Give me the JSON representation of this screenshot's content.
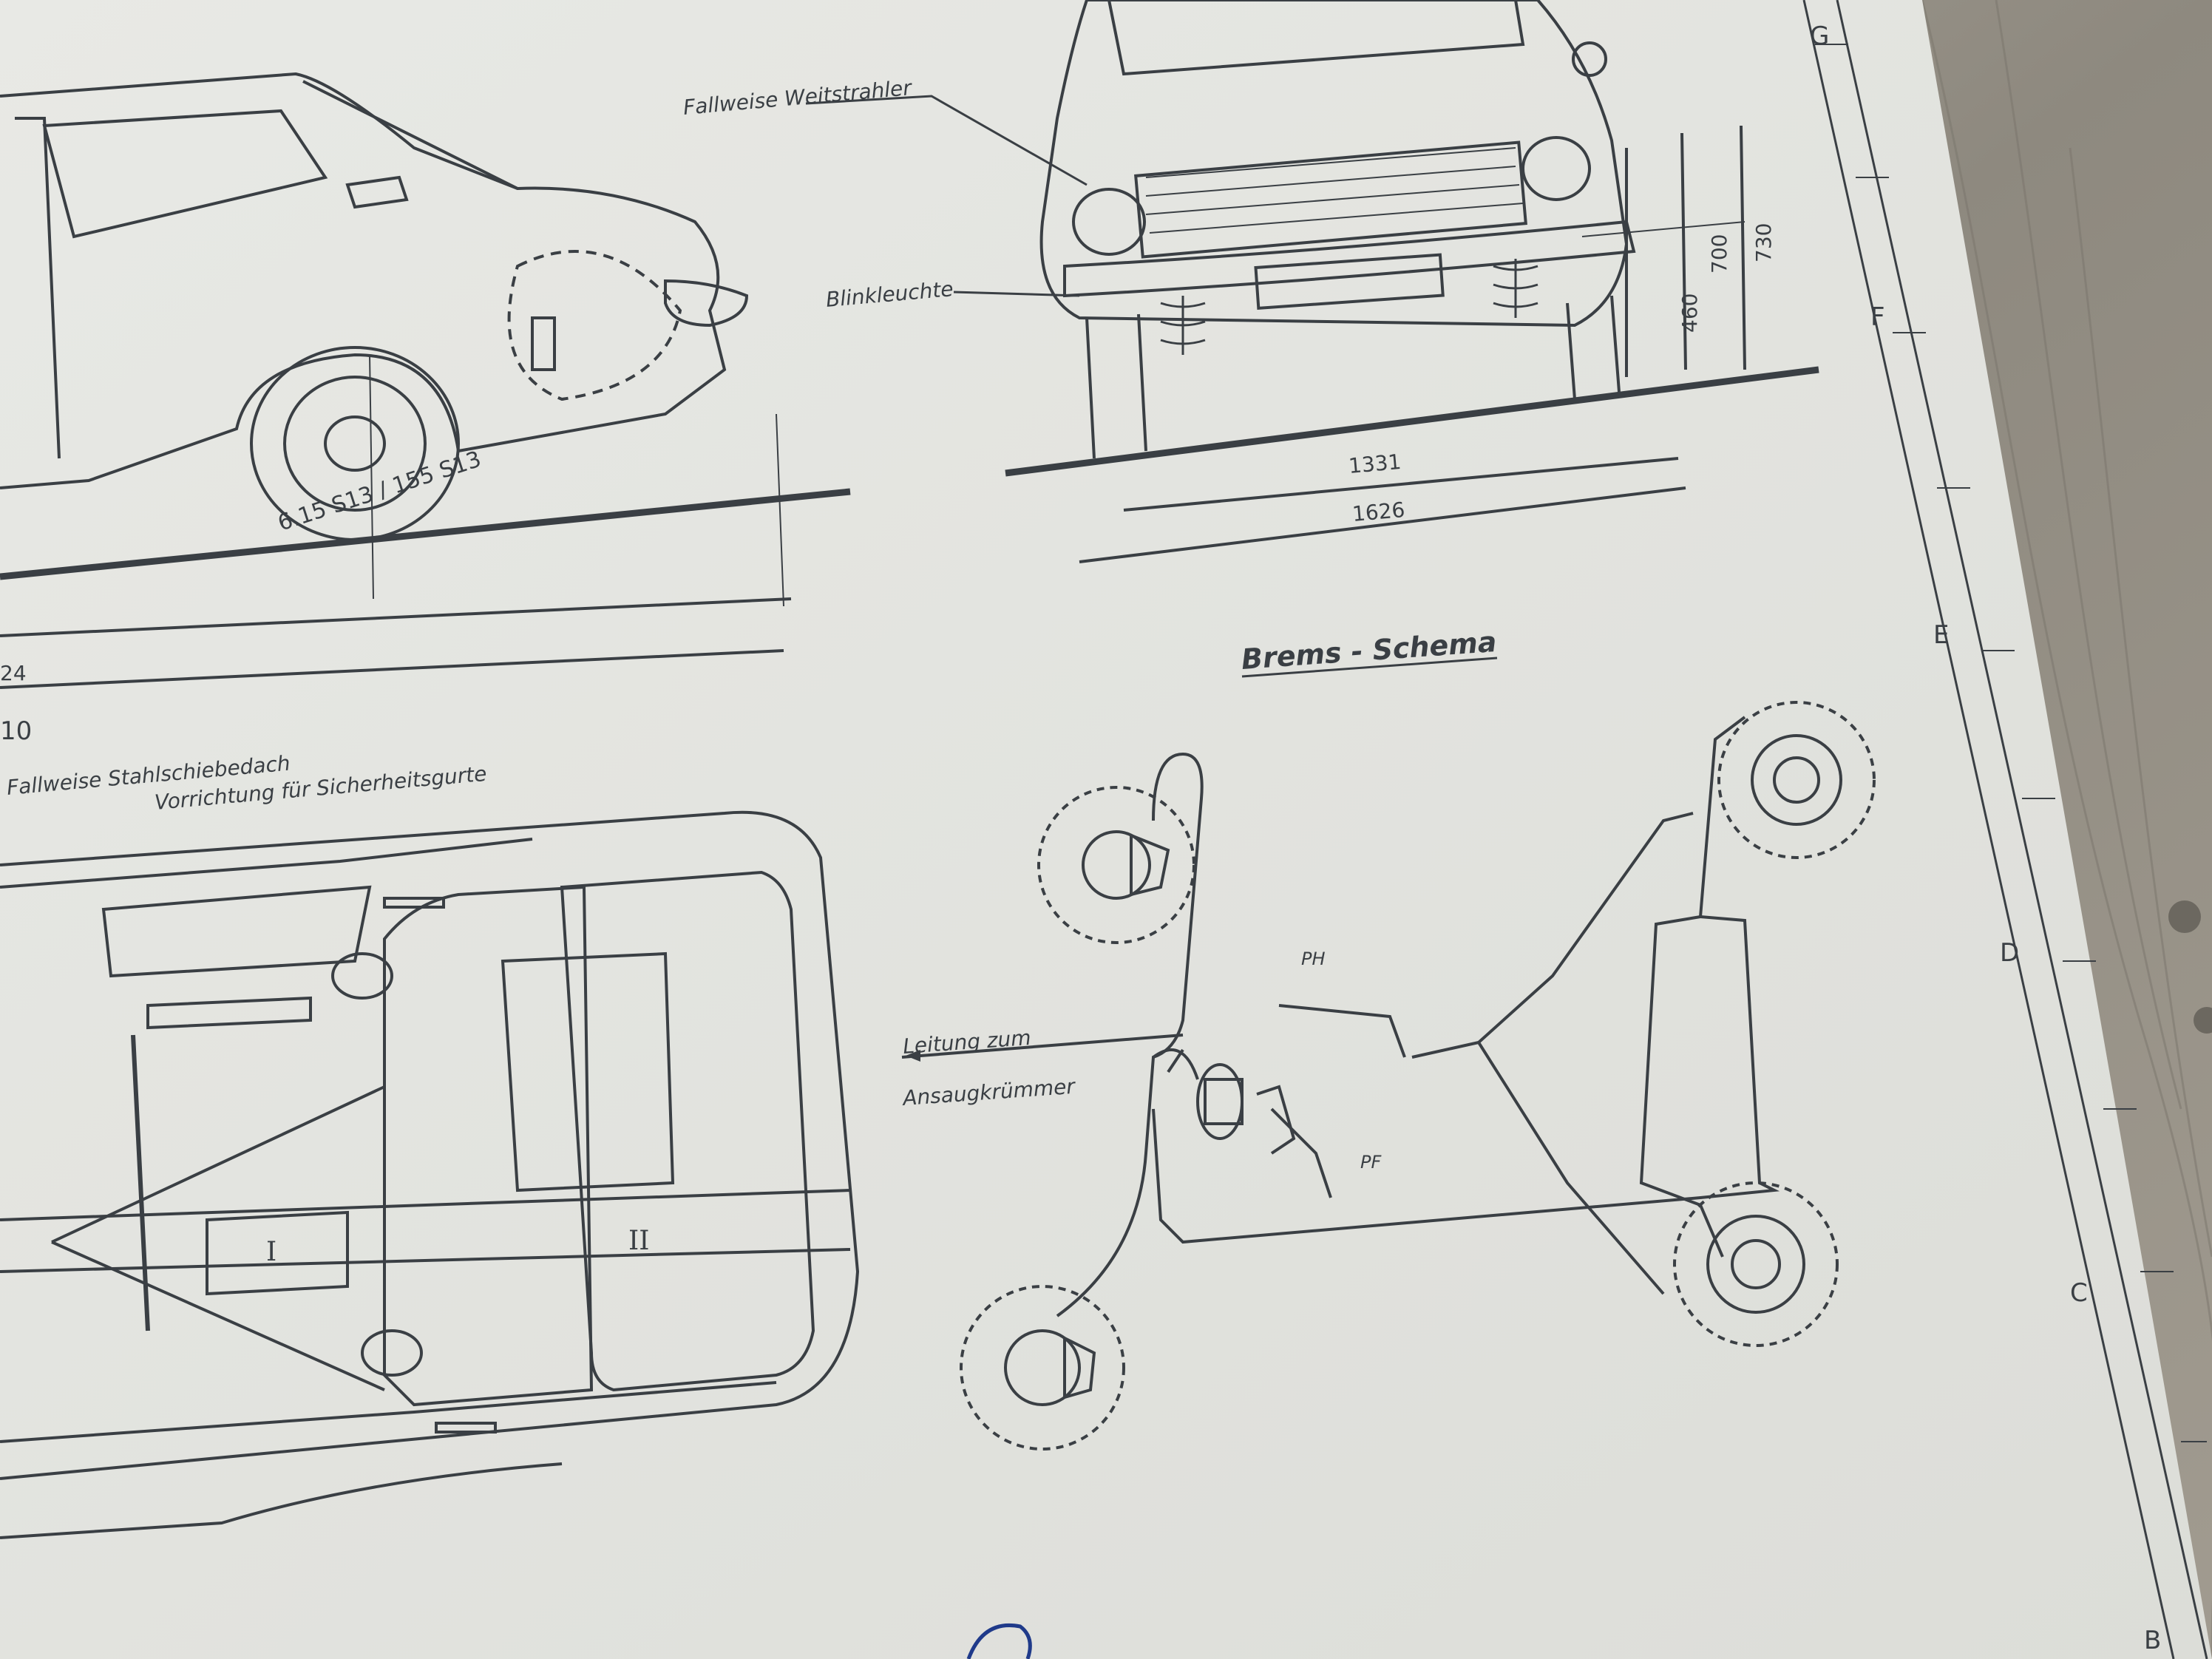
{
  "photo": {
    "subject": "blueprint-print-on-wooden-surface",
    "colors": {
      "paper": "#e4e5e1",
      "ink": "#3a3f44",
      "wood": "#9a958c",
      "pen": "#1f3a8a"
    }
  },
  "labels": {
    "fallweise_weitstrahler": "Fallweise Weitstrahler",
    "blinkleuchte": "Blinkleuchte",
    "brems_schema": "Brems - Schema",
    "fallweise_stahlschiebedach": "Fallweise Stahlschiebedach",
    "vorrichtung": "Vorrichtung  für  Sicherheitsgurte",
    "leitung_zum": "Leitung  zum",
    "ansaugkruemmer": "Ansaugkrümmer",
    "tire_size": "6.15 S13 / 155 S13",
    "ph": "PH",
    "pf": "PF",
    "roman_one": "I",
    "roman_two": "II",
    "dim_24": "24",
    "dim_10": "10"
  },
  "dimensions": {
    "track_front": "1331",
    "overall_width": "1626",
    "height_460": "460",
    "height_700": "700",
    "height_730": "730"
  },
  "border_letters": [
    "G",
    "F",
    "E",
    "D",
    "C",
    "B"
  ]
}
